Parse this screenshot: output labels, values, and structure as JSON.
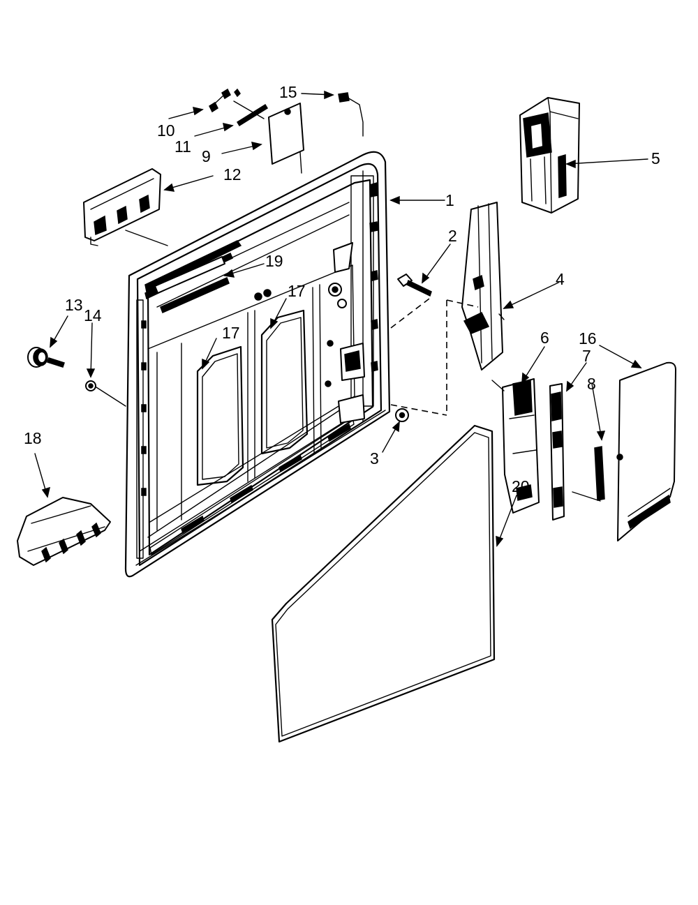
{
  "callouts": {
    "c1": "1",
    "c2": "2",
    "c3": "3",
    "c4": "4",
    "c5": "5",
    "c6": "6",
    "c7": "7",
    "c8": "8",
    "c9": "9",
    "c10": "10",
    "c11": "11",
    "c12": "12",
    "c13": "13",
    "c14": "14",
    "c15": "15",
    "c16": "16",
    "c17a": "17",
    "c17b": "17",
    "c18": "18",
    "c19": "19",
    "c20": "20"
  }
}
